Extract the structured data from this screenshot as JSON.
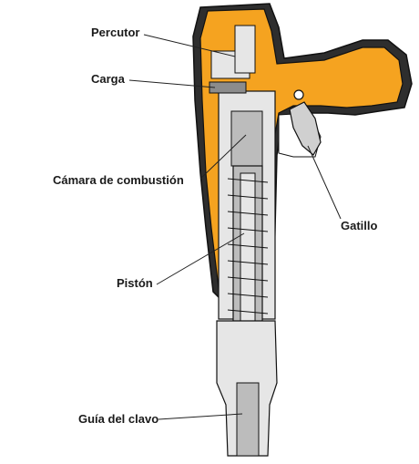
{
  "labels": {
    "percutor": "Percutor",
    "carga": "Carga",
    "camara": "Cámara de combustión",
    "gatillo": "Gatillo",
    "piston": "Pistón",
    "guia": "Guía del clavo"
  },
  "colors": {
    "housing": "#f5a320",
    "housing_dark": "#2e2e2e",
    "metal_light": "#e6e6e6",
    "metal_mid": "#bcbcbc",
    "metal_dark": "#8c8c8c",
    "outline": "#111111",
    "leader": "#222222"
  }
}
